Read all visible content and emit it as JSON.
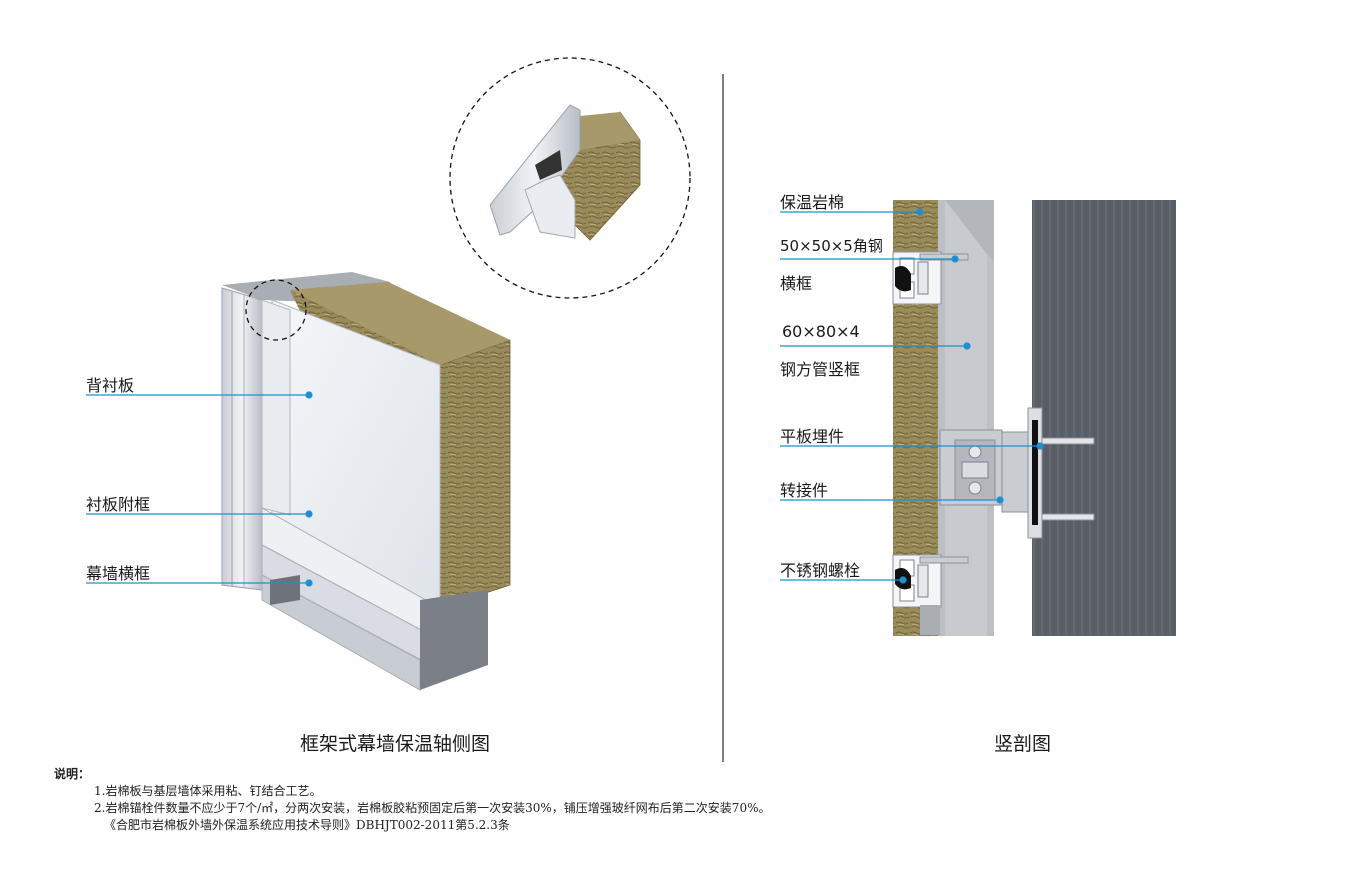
{
  "left_view": {
    "caption": "框架式幕墙保温轴侧图",
    "labels": [
      "背衬板",
      "衬板附框",
      "幕墙横框"
    ]
  },
  "right_view": {
    "caption": "竖剖图",
    "labels": [
      "保温岩棉",
      "50×50×5角钢",
      "横框",
      "60×80×4",
      "钢方管竖框",
      "平板埋件",
      "转接件",
      "不锈钢螺栓"
    ]
  },
  "notes": {
    "title": "说明：",
    "items": [
      "1.岩棉板与基层墙体采用粘、钉结合工艺。",
      "2.岩棉锚栓件数量不应少于7个/㎡，分两次安装，岩棉板胶粘预固定后第一次安装30%，铺压增强玻纤网布后第二次安装70%。",
      "《合肥市岩棉板外墙外保温系统应用技术导则》DBHJT002-2011第5.2.3条"
    ]
  },
  "colors": {
    "leader_line": "#1e8fd0",
    "rock_wool": "#9a8a5a",
    "aluminum": "#dfe3e8",
    "concrete": "#5b6068",
    "divider": "#7d7d7d"
  }
}
